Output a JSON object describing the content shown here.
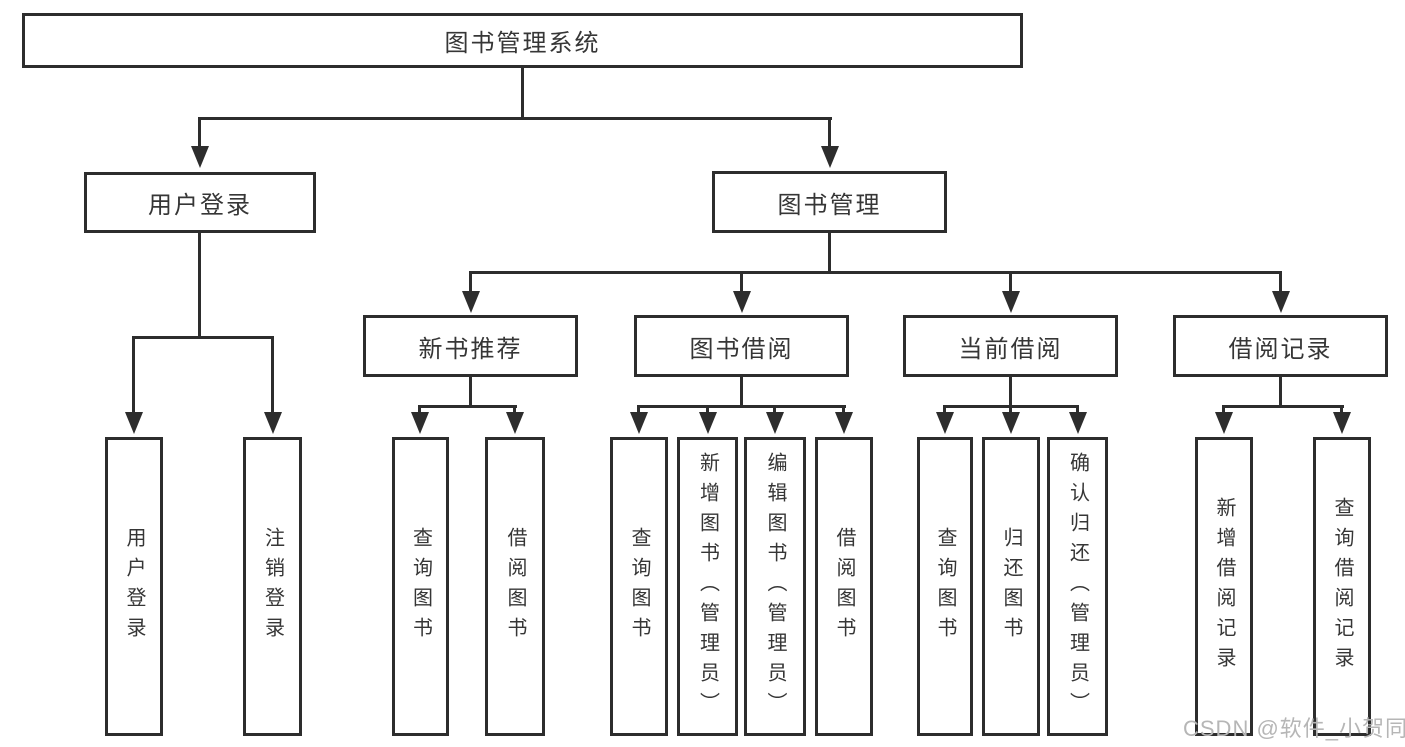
{
  "diagram": {
    "title": "图书管理系统",
    "colors": {
      "line": "#2d2d2d",
      "box_border": "#2d2d2d",
      "text": "#363636",
      "background": "#ffffff",
      "watermark": "#b6b6b6"
    },
    "tree": {
      "root": {
        "label": "图书管理系统"
      },
      "branches": [
        {
          "label": "用户登录",
          "children": [
            {
              "label": "用户登录"
            },
            {
              "label": "注销登录"
            }
          ]
        },
        {
          "label": "图书管理",
          "children": [
            {
              "label": "新书推荐",
              "children": [
                {
                  "label": "查询图书"
                },
                {
                  "label": "借阅图书"
                }
              ]
            },
            {
              "label": "图书借阅",
              "children": [
                {
                  "label": "查询图书"
                },
                {
                  "label": "新增图书（管理员）"
                },
                {
                  "label": "编辑图书（管理员）"
                },
                {
                  "label": "借阅图书"
                }
              ]
            },
            {
              "label": "当前借阅",
              "children": [
                {
                  "label": "查询图书"
                },
                {
                  "label": "归还图书"
                },
                {
                  "label": "确认归还（管理员）"
                }
              ]
            },
            {
              "label": "借阅记录",
              "children": [
                {
                  "label": "新增借阅记录"
                },
                {
                  "label": "查询借阅记录"
                }
              ]
            }
          ]
        }
      ]
    },
    "watermark": {
      "text": "CSDN @软件_小贺同学"
    }
  }
}
